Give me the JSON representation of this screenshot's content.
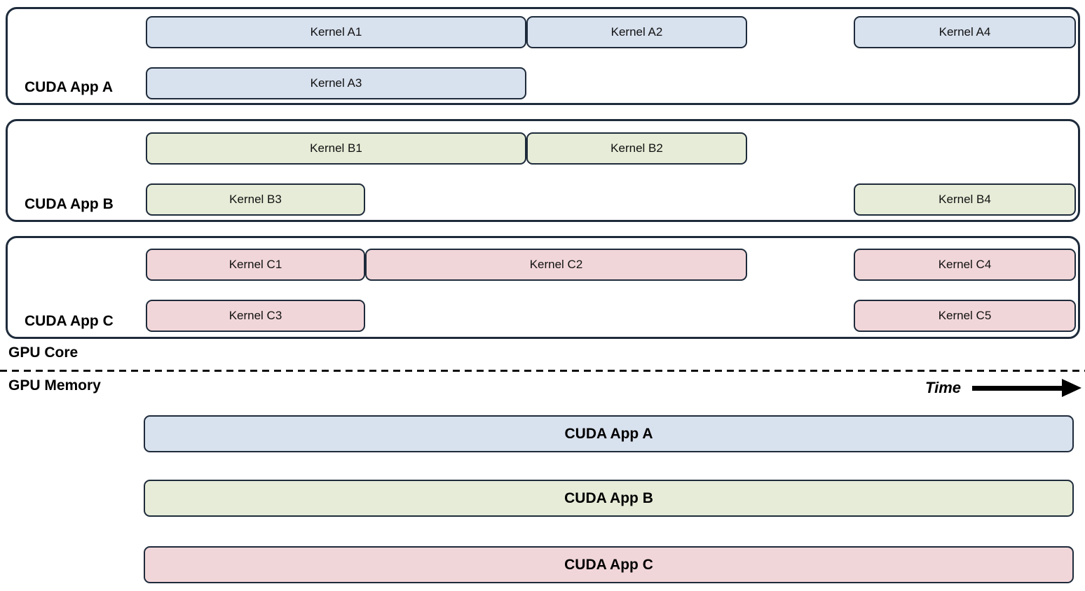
{
  "sections": {
    "core_label": "GPU Core",
    "memory_label": "GPU Memory"
  },
  "time": {
    "label": "Time"
  },
  "colors": {
    "app_a_fill": "#d8e1ee",
    "app_b_fill": "#e6ecd7",
    "app_c_fill": "#f1d6d9",
    "outline": "#1e2b3b",
    "text": "#111111"
  },
  "gpu_core": {
    "apps": [
      {
        "label": "CUDA App A",
        "kernels": [
          {
            "label": "Kernel A1"
          },
          {
            "label": "Kernel A2"
          },
          {
            "label": "Kernel A4"
          },
          {
            "label": "Kernel A3"
          }
        ]
      },
      {
        "label": "CUDA App B",
        "kernels": [
          {
            "label": "Kernel B1"
          },
          {
            "label": "Kernel B2"
          },
          {
            "label": "Kernel B3"
          },
          {
            "label": "Kernel B4"
          }
        ]
      },
      {
        "label": "CUDA App C",
        "kernels": [
          {
            "label": "Kernel C1"
          },
          {
            "label": "Kernel C2"
          },
          {
            "label": "Kernel C4"
          },
          {
            "label": "Kernel C3"
          },
          {
            "label": "Kernel C5"
          }
        ]
      }
    ]
  },
  "gpu_memory": {
    "bars": [
      {
        "label": "CUDA App A"
      },
      {
        "label": "CUDA App B"
      },
      {
        "label": "CUDA App C"
      }
    ]
  }
}
